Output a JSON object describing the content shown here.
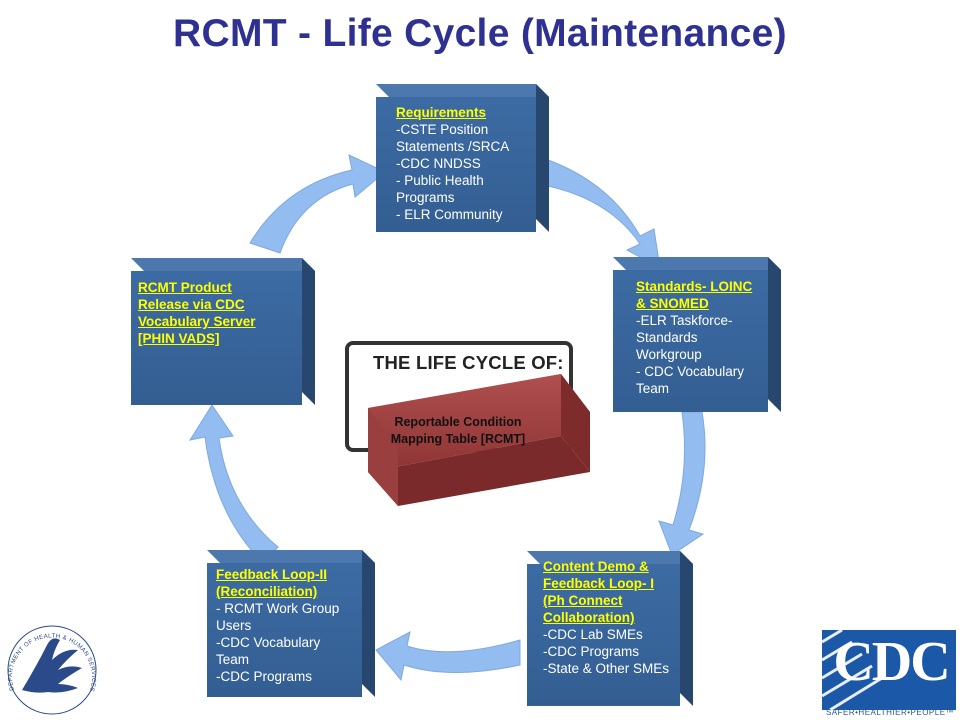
{
  "title": "RCMT - Life Cycle (Maintenance)",
  "center": {
    "heading": "THE LIFE CYCLE OF:",
    "label": "Reportable Condition\nMapping Table [RCMT]"
  },
  "boxes": {
    "requirements": {
      "heading": "Requirements",
      "items": [
        "-CSTE Position\nStatements /SRCA",
        "-CDC NNDSS",
        "- Public Health\nPrograms",
        "- ELR Community"
      ]
    },
    "standards": {
      "heading": "Standards- LOINC\n& SNOMED",
      "items": [
        "-ELR Taskforce-\nStandards\nWorkgroup",
        "- CDC Vocabulary\nTeam"
      ]
    },
    "content_demo": {
      "heading": "Content Demo &\nFeedback Loop- I\n(Ph Connect\nCollaboration)",
      "items": [
        "-CDC Lab SMEs",
        "-CDC Programs",
        "-State & Other SMEs"
      ]
    },
    "feedback_ii": {
      "heading": "Feedback Loop-II\n(Reconciliation)",
      "items": [
        "- RCMT Work Group\nUsers",
        "-CDC Vocabulary\nTeam",
        "-CDC Programs"
      ]
    },
    "product_release": {
      "heading": "RCMT Product\nRelease via CDC\nVocabulary Server\n[PHIN VADS]",
      "items": []
    }
  },
  "logos": {
    "hhs_text": "DEPARTMENT OF HEALTH & HUMAN SERVICES · USA",
    "cdc_text": "CDC",
    "cdc_tagline": "SAFER•HEALTHIER•PEOPLE™"
  },
  "colors": {
    "title": "#2e3192",
    "box_front": "#39669c",
    "box_side": "#27476e",
    "box_top": "#4d78ad",
    "heading": "#ffff00",
    "arrow": "#93bdf0",
    "brick": "#a84a4a",
    "cdc_blue": "#1c58a8"
  }
}
